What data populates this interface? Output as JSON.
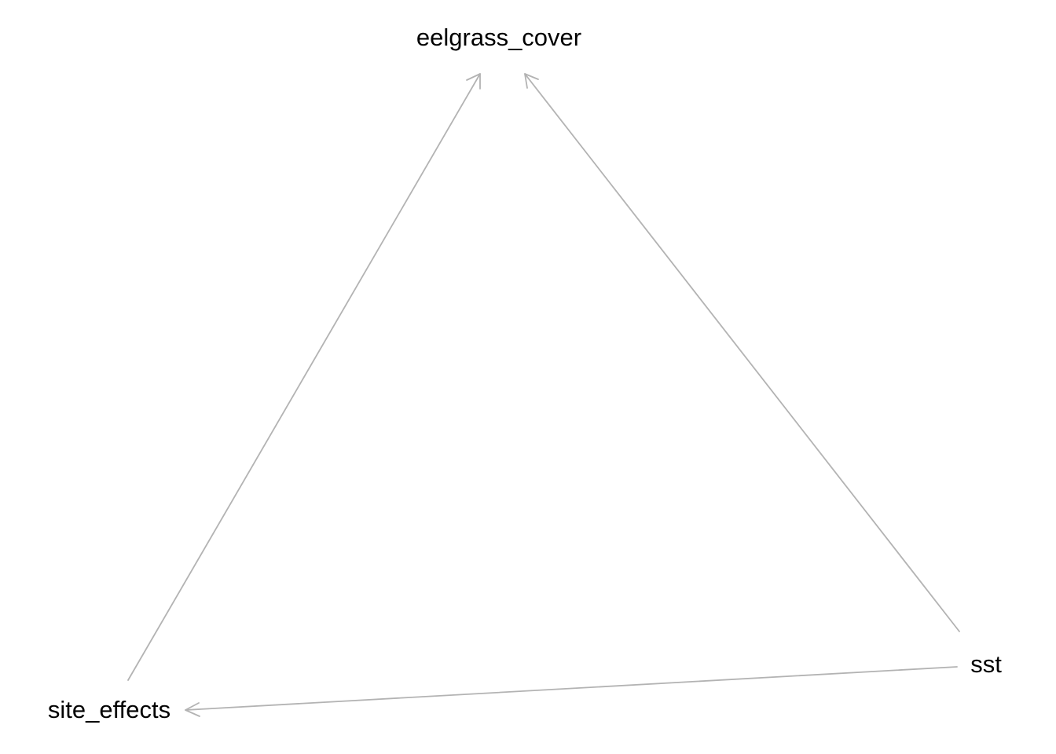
{
  "diagram": {
    "type": "directed-acyclic-graph",
    "edge_color": "#b3b3b3",
    "label_color": "#000000",
    "background": "#ffffff",
    "nodes": [
      {
        "id": "eelgrass_cover",
        "label": "eelgrass_cover"
      },
      {
        "id": "site_effects",
        "label": "site_effects"
      },
      {
        "id": "sst",
        "label": "sst"
      }
    ],
    "edges": [
      {
        "from": "site_effects",
        "to": "eelgrass_cover"
      },
      {
        "from": "sst",
        "to": "eelgrass_cover"
      },
      {
        "from": "sst",
        "to": "site_effects"
      }
    ]
  }
}
